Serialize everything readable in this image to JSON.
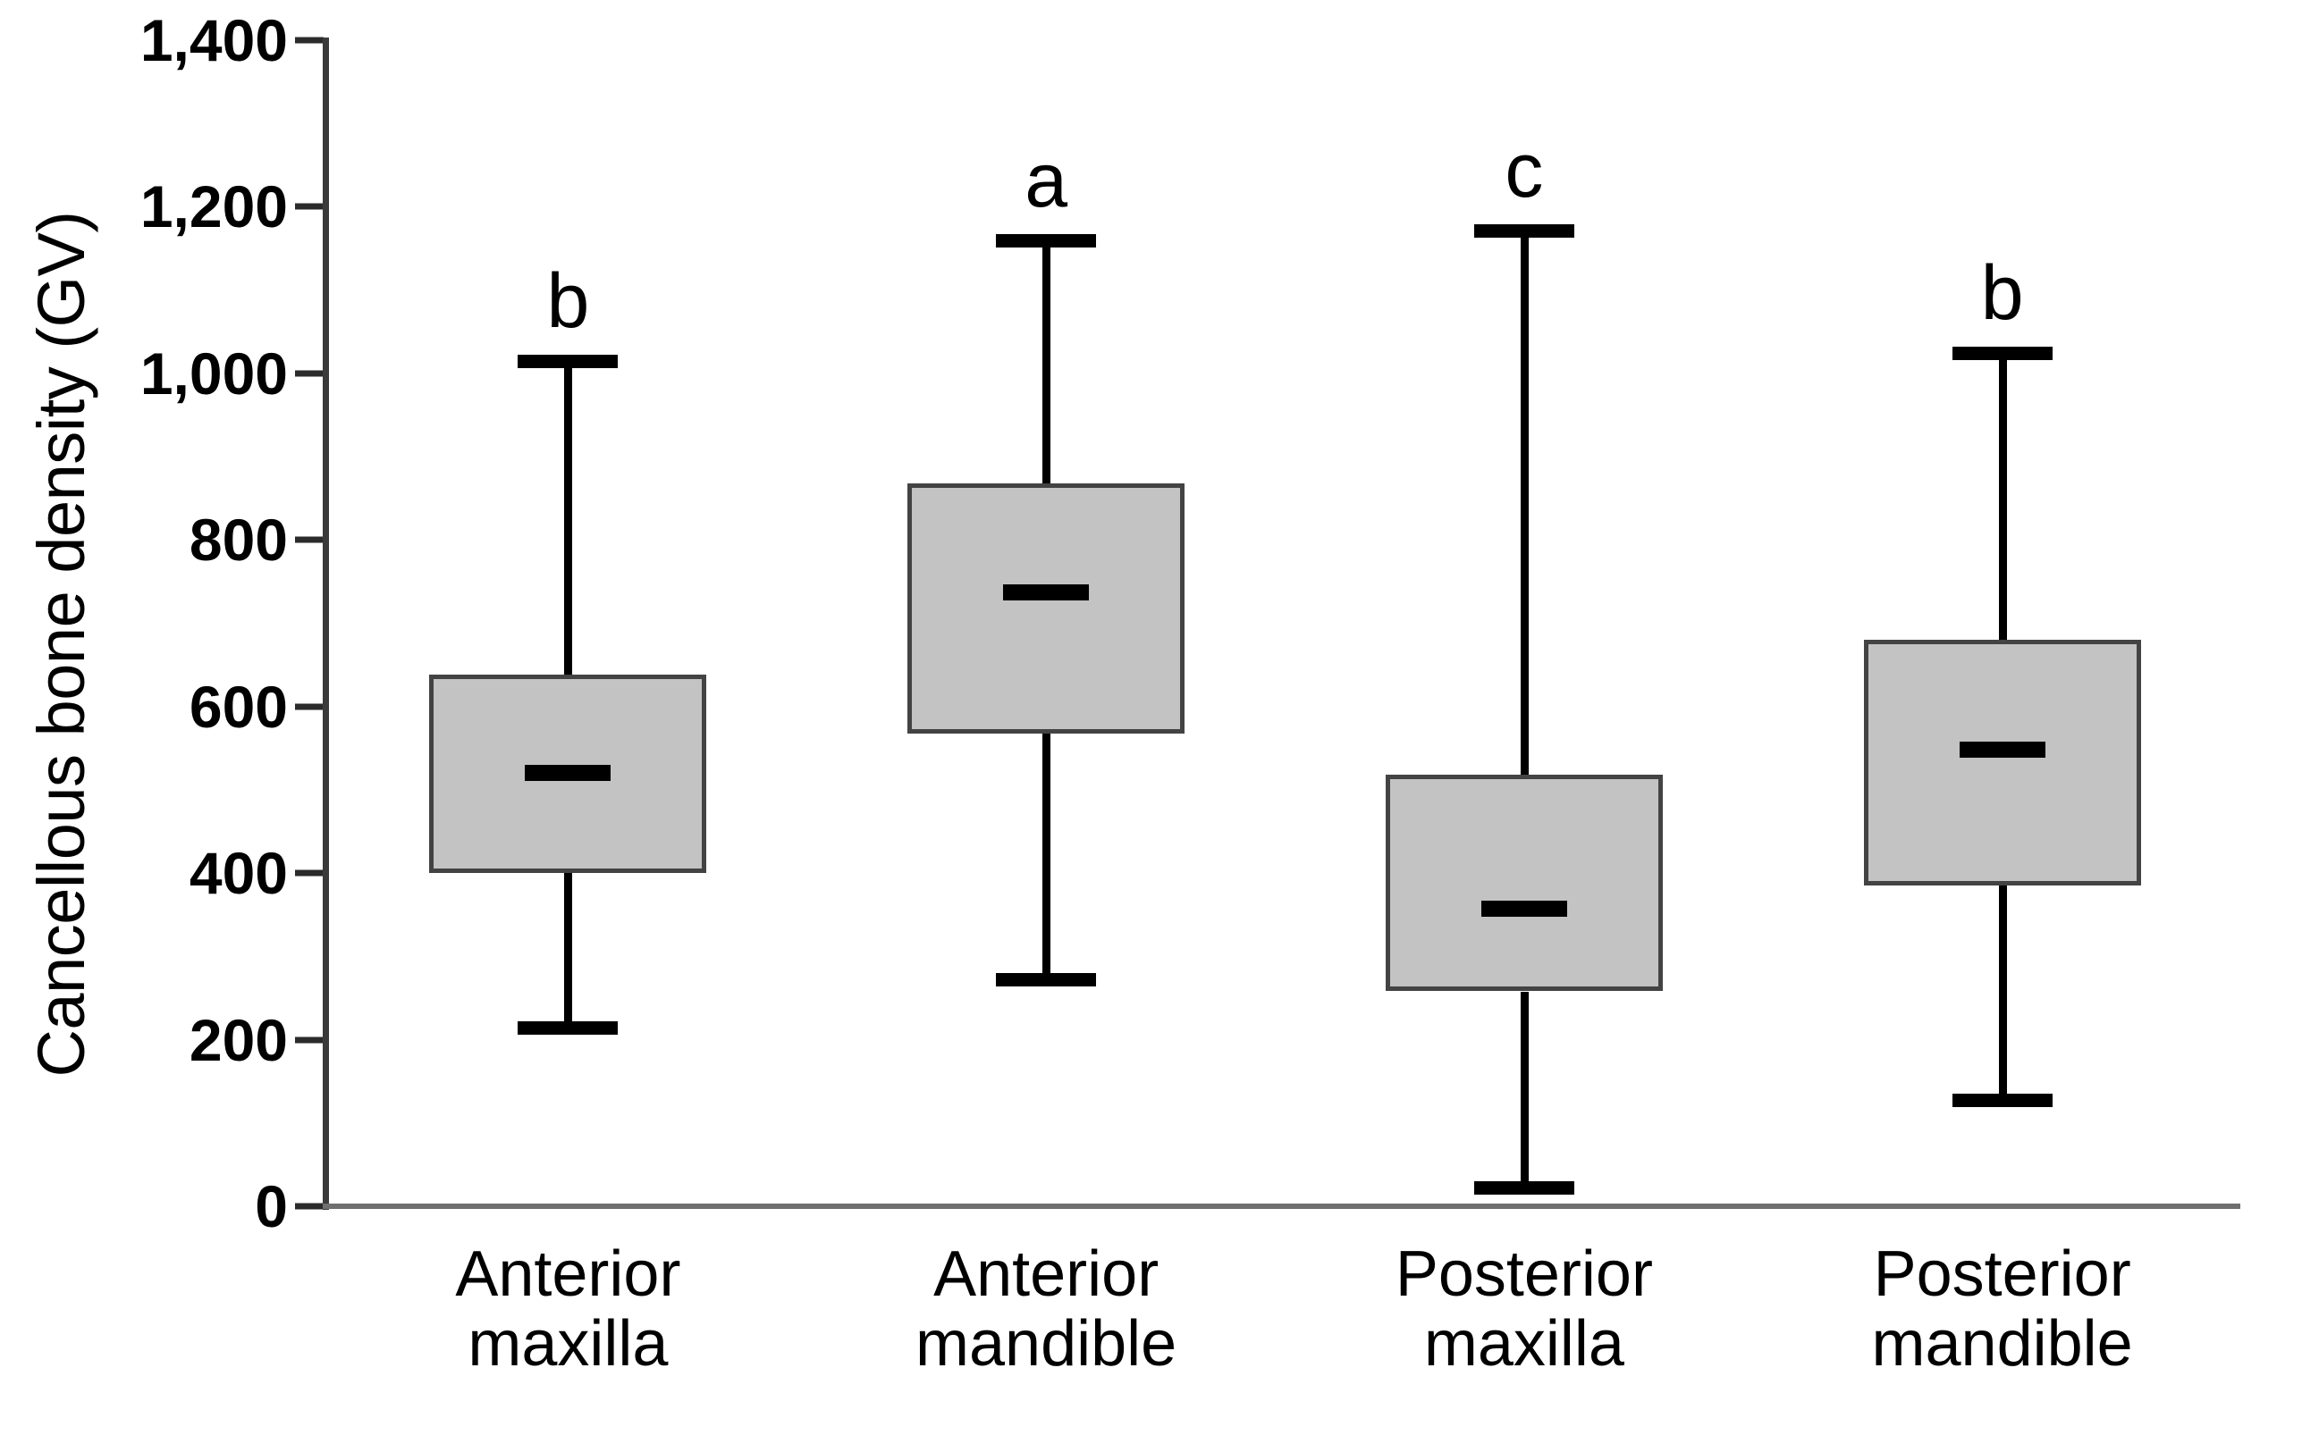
{
  "chart_data": {
    "type": "box",
    "title": "",
    "xlabel": "",
    "ylabel": "Cancellous bone density (GV)",
    "ylim": [
      0,
      1400
    ],
    "ytick_labels": [
      "0",
      "200",
      "400",
      "600",
      "800",
      "1,000",
      "1,200",
      "1,400"
    ],
    "ytick_values": [
      0,
      200,
      400,
      600,
      800,
      1000,
      1200,
      1400
    ],
    "grid": false,
    "legend": "none",
    "categories": [
      "Anterior maxilla",
      "Anterior mandible",
      "Posterior maxilla",
      "Posterior mandible"
    ],
    "boxes": [
      {
        "category": "Anterior maxilla",
        "line1": "Anterior",
        "line2": "maxilla",
        "min": 215,
        "q1": 400,
        "median": 520,
        "q3": 638,
        "max": 1015,
        "annotation": "b"
      },
      {
        "category": "Anterior mandible",
        "line1": "Anterior",
        "line2": "mandible",
        "min": 272,
        "q1": 568,
        "median": 737,
        "q3": 868,
        "max": 1160,
        "annotation": "a"
      },
      {
        "category": "Posterior maxilla",
        "line1": "Posterior",
        "line2": "maxilla",
        "min": 22,
        "q1": 258,
        "median": 357,
        "q3": 518,
        "max": 1172,
        "annotation": "c"
      },
      {
        "category": "Posterior mandible",
        "line1": "Posterior",
        "line2": "mandible",
        "min": 128,
        "q1": 385,
        "median": 548,
        "q3": 680,
        "max": 1025,
        "annotation": "b"
      }
    ],
    "colors": {
      "box_fill": "#c3c3c3",
      "box_border": "#434343",
      "whisker": "#000000",
      "median": "#000000",
      "axis": "#3a3a3a",
      "text": "#000000",
      "background": "#ffffff"
    }
  }
}
